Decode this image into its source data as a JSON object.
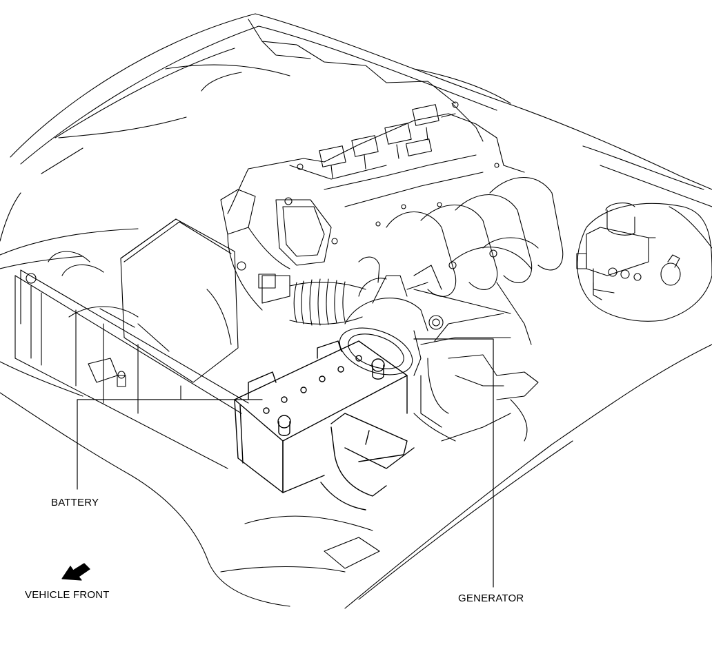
{
  "labels": {
    "battery": "BATTERY",
    "generator": "GENERATOR",
    "vehicle_front": "VEHICLE FRONT"
  },
  "colors": {
    "line": "#000000",
    "background": "#ffffff"
  },
  "icons": {
    "direction_arrow": "arrow-front-left-icon"
  }
}
